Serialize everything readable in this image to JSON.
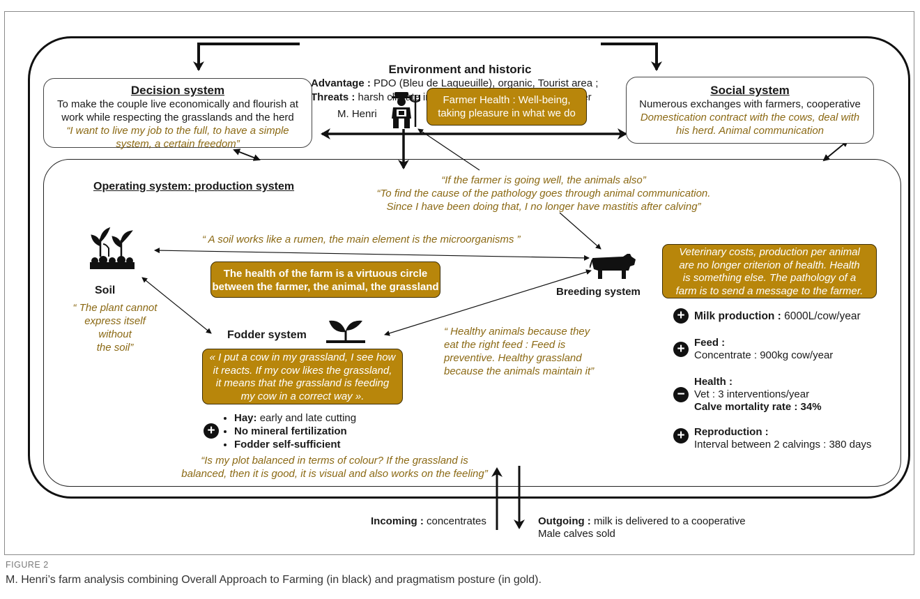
{
  "environment": {
    "title": "Environment and historic",
    "advantage_label": "Advantage :",
    "advantage_text": "PDO (Bleu de Laqueuille), organic, Tourist area ;",
    "threats_label": "Threats :",
    "threats_text": "harsh climate in winter, increasingly dry in summer"
  },
  "decision_system": {
    "title": "Decision system",
    "text1": "To make the couple live economically and flourish at",
    "text2": "work while respecting the grasslands and the herd",
    "quote1": "“I want to live my job to the full, to have a simple",
    "quote2": "system, a certain freedom”"
  },
  "social_system": {
    "title": "Social system",
    "text": "Numerous exchanges with farmers, cooperative",
    "quote1": "Domestication contract with the cows, deal with",
    "quote2": "his herd. Animal communication"
  },
  "farmer": {
    "name": "M. Henri",
    "health1": "Farmer Health : Well-being,",
    "health2": "taking pleasure in what we do"
  },
  "farmer_quotes": {
    "line1": "“If the farmer is going well, the animals also”",
    "line2": "“To find the cause of the pathology goes through animal communication.",
    "line3": "Since I have been doing that, I no longer have mastitis after calving”"
  },
  "operating_system": {
    "title": "Operating system:  production system"
  },
  "soil": {
    "label": "Soil",
    "rumen_quote": "“  A soil works like a rumen, the main element is the microorganisms  ”",
    "quote1": "“ The plant cannot",
    "quote2": "express itself without",
    "quote3": "the soil”"
  },
  "farm_health_box": {
    "line1": "The health of the farm is a virtuous circle",
    "line2": "between the farmer, the animal, the grassland"
  },
  "breeding": {
    "label": "Breeding system",
    "vet_box": [
      "Veterinary costs, production per animal",
      "are no longer criterion of health. Health",
      "is something else. The pathology of a",
      "farm is to send a message to the farmer."
    ],
    "milk_label": "Milk production :",
    "milk_value": "6000L/cow/year",
    "milk_sign": "+",
    "feed_label": "Feed :",
    "feed_value": "Concentrate : 900kg cow/year",
    "feed_sign": "+",
    "health_label": "Health :",
    "health_vet": "Vet : 3 interventions/year",
    "health_calve": "Calve mortality rate : 34%",
    "health_sign": "−",
    "repro_label": "Reproduction :",
    "repro_value": "Interval between 2 calvings : 380 days",
    "repro_sign": "+"
  },
  "healthy_quote": {
    "line1": "“ Healthy animals because they",
    "line2": "eat the right feed : Feed is",
    "line3": "preventive. Healthy grassland",
    "line4": "because the animals maintain it”"
  },
  "fodder": {
    "label": "Fodder system",
    "box": [
      "« I put a cow in my grassland, I see how",
      "it reacts. If my cow likes the grassland,",
      "it means that the grassland is feeding",
      "my cow in a correct way »."
    ],
    "hay_label": "Hay:",
    "hay_text": "early and late cutting",
    "item2": "No mineral fertilization",
    "item3": "Fodder self-sufficient",
    "sign": "+",
    "plot_quote1": "“Is my plot balanced in terms of colour? If the grassland is",
    "plot_quote2": "balanced, then it is good, it is visual and also works on the feeling”"
  },
  "flows": {
    "incoming_label": "Incoming :",
    "incoming_text": "concentrates",
    "outgoing_label": "Outgoing :",
    "outgoing_text": "milk is delivered to a cooperative",
    "outgoing_text2": "Male calves sold"
  },
  "caption": {
    "label": "FIGURE 2",
    "text": "M. Henri’s farm analysis combining Overall Approach to Farming (in black) and pragmatism posture (in gold)."
  },
  "colors": {
    "gold": "#b8860b",
    "gold_text": "#8b6914",
    "black": "#111111"
  },
  "icons": [
    "farmer-icon",
    "plant-soil-icon",
    "sprout-icon",
    "cow-icon",
    "plus-icon",
    "minus-icon"
  ]
}
